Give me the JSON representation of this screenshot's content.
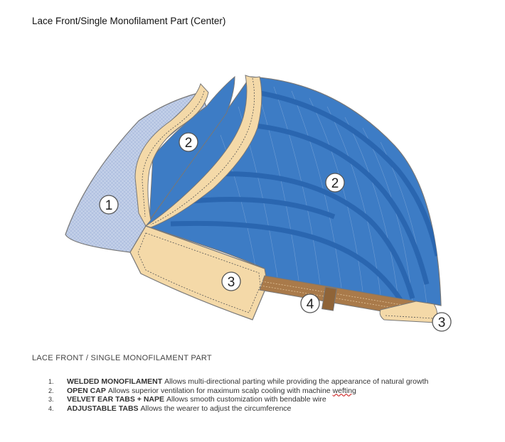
{
  "title": "Lace Front/Single Monofilament Part (Center)",
  "subtitle": "LACE FRONT / SINGLE MONOFILAMENT PART",
  "callouts": [
    "1",
    "2",
    "2",
    "3",
    "4",
    "3"
  ],
  "legend": [
    {
      "num": "1.",
      "label": "WELDED MONOFILAMENT",
      "desc": "Allows multi-directional parting while providing the appearance of natural growth"
    },
    {
      "num": "2.",
      "label": "OPEN CAP",
      "desc_prefix": "Allows superior ventilation for maximum scalp cooling with machine ",
      "desc_squiggle": "wefting"
    },
    {
      "num": "3.",
      "label": "VELVET EAR TABS + NAPE",
      "desc": "Allows smooth customization with bendable wire"
    },
    {
      "num": "4.",
      "label": "ADJUSTABLE TABS",
      "desc": "Allows the wearer to adjust the circumference"
    }
  ],
  "colors": {
    "lace": "#c2cfe8",
    "cap_blue": "#3d7cc5",
    "cap_blue_dark": "#2a66b0",
    "tab_tan": "#f4d9a8",
    "strap_brown": "#a97a4a",
    "outline": "#777777"
  }
}
